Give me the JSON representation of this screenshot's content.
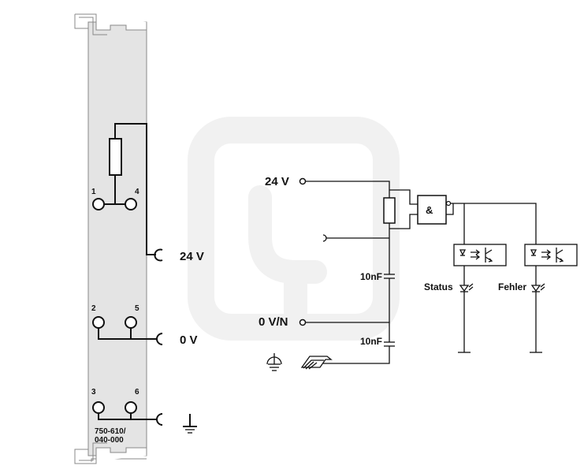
{
  "module": {
    "part_number_line1": "750-610/",
    "part_number_line2": "040-000",
    "pins": {
      "p1": "1",
      "p2": "2",
      "p3": "3",
      "p4": "4",
      "p5": "5",
      "p6": "6"
    }
  },
  "labels": {
    "left_24v": "24 V",
    "left_0v": "0 V",
    "right_24v": "24 V",
    "right_0vn": "0 V/N",
    "cap_top": "10nF",
    "cap_bottom": "10nF",
    "and_gate": "&",
    "status": "Status",
    "fehler": "Fehler"
  },
  "icons": {
    "ground_left": "ground-icon",
    "ground_right": "protective-earth-icon",
    "din_rail": "din-rail-icon",
    "fuse": "fuse-icon",
    "led": "led-icon",
    "optocoupler": "optocoupler-icon"
  },
  "colors": {
    "module_fill": "#e4e4e4",
    "line": "#111111",
    "watermark": "#f1f1f1"
  }
}
